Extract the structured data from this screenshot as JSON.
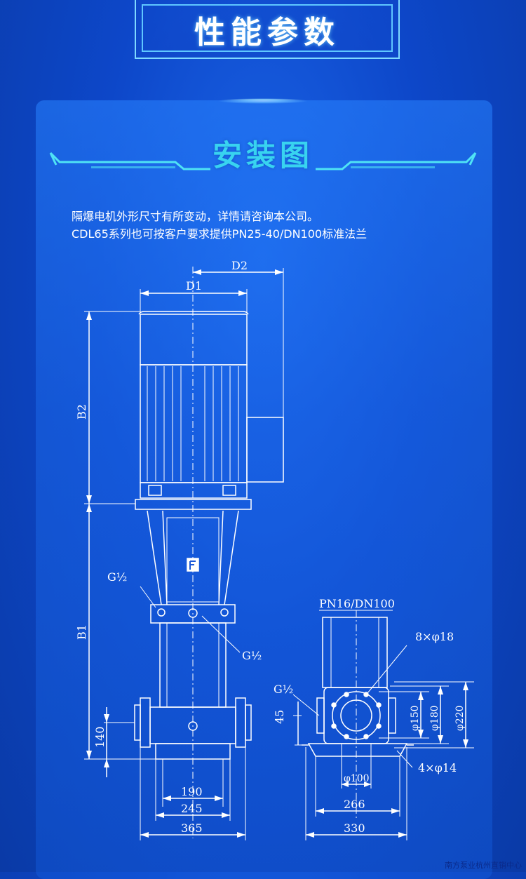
{
  "header": {
    "title": "性能参数"
  },
  "section": {
    "title": "安装图"
  },
  "notes": [
    "隔爆电机外形尺寸有所变动，详情请咨询本公司。",
    "CDL65系列也可按客户要求提供PN25-40/DN100标准法兰"
  ],
  "drawing": {
    "labels": {
      "d2": "D2",
      "d1": "D1",
      "b2": "B2",
      "b1": "B1",
      "g_left": "G½",
      "g_mid": "G½",
      "g_right": "G½",
      "h45": "45",
      "h140": "140",
      "w190": "190",
      "w245": "245",
      "w365": "365",
      "pn": "PN16/DN100",
      "bolts": "8×φ18",
      "phi150": "φ150",
      "phi180": "φ180",
      "phi220": "φ220",
      "feet": "4×φ14",
      "phi100": "φ100",
      "w266": "266",
      "w330": "330"
    }
  },
  "footer": {
    "text": "南方泵业杭州直销中心"
  }
}
